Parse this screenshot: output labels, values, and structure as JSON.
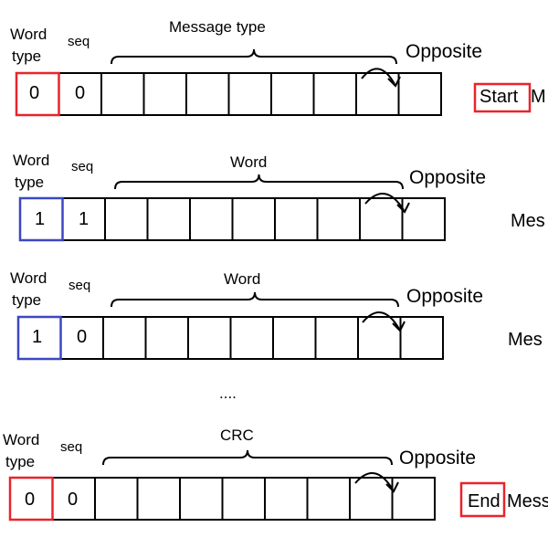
{
  "frames": [
    {
      "word_type_label": [
        "Word",
        "type"
      ],
      "seq_label": "seq",
      "field_label": "Message type",
      "word_type_value": "0",
      "seq_value": "0",
      "opposite_label": "Opposite",
      "side_text_boxed": "Start",
      "side_text_rest": "M",
      "word_type_box_color": "#e8242c",
      "side_box_color": "#e8242c"
    },
    {
      "word_type_label": [
        "Word",
        "type"
      ],
      "seq_label": "seq",
      "field_label": "Word",
      "word_type_value": "1",
      "seq_value": "1",
      "opposite_label": "Opposite",
      "side_text_boxed": "",
      "side_text_rest": "Mes",
      "word_type_box_color": "#3b47c4"
    },
    {
      "word_type_label": [
        "Word",
        "type"
      ],
      "seq_label": "seq",
      "field_label": "Word",
      "word_type_value": "1",
      "seq_value": "0",
      "opposite_label": "Opposite",
      "side_text_boxed": "",
      "side_text_rest": "Mes",
      "word_type_box_color": "#3b47c4"
    },
    {
      "word_type_label": [
        "Word",
        "type"
      ],
      "seq_label": "seq",
      "field_label": "CRC",
      "word_type_value": "0",
      "seq_value": "0",
      "opposite_label": "Opposite",
      "side_text_boxed": "End",
      "side_text_rest": "Mess",
      "word_type_box_color": "#e8242c",
      "side_box_color": "#e8242c"
    }
  ],
  "ellipsis": "....",
  "cell_outline_color": "#000000"
}
